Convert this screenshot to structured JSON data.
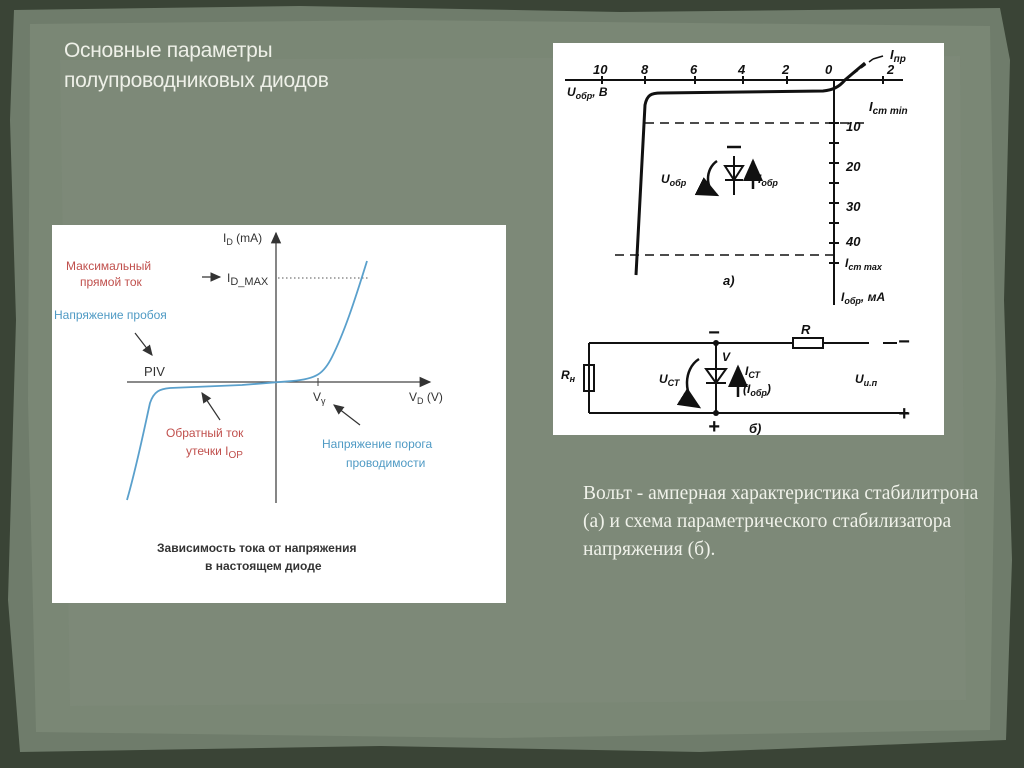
{
  "slide": {
    "title_line1": "Основные параметры",
    "title_line2": "полупроводниковых диодов",
    "caption": " Вольт - амперная характеристика стабилитрона (а) и схема параметрического стабилизатора напряжения (б)."
  },
  "left_figure": {
    "y_axis_label": "I",
    "y_axis_sub": "D",
    "y_axis_unit": " (mA)",
    "x_axis_label": "V",
    "x_axis_sub": "D",
    "x_axis_unit": " (V)",
    "imax_label": "I",
    "imax_sub": "D_MAX",
    "max_current_line1": "Максимальный",
    "max_current_line2": "прямой ток",
    "breakdown_label": "Напряжение пробоя",
    "piv_label": "PIV",
    "vgamma_label": "V",
    "vgamma_sub": "γ",
    "leak_line1": "Обратный ток",
    "leak_line2": "утечки I",
    "leak_sub": "OP",
    "threshold_line1": "Напряжение порога",
    "threshold_line2": "проводимости",
    "caption_line1": "Зависимость тока от напряжения",
    "caption_line2": "в настоящем диоде",
    "colors": {
      "red": "#c0504d",
      "blue": "#4f9ac4",
      "curve": "#5aa0cc",
      "dark": "#333333"
    }
  },
  "right_figure": {
    "top_ticks": [
      "10",
      "8",
      "6",
      "4",
      "2",
      "0",
      "2"
    ],
    "uobr_label": "U",
    "uobr_sub": "обр",
    "uobr_unit": ", B",
    "ipr_label": "I",
    "ipr_sub": "пр",
    "icmin_label": "I",
    "icmin_sub": "ст min",
    "right_ticks": [
      "10",
      "20",
      "30",
      "40"
    ],
    "icmax_label": "I",
    "icmax_sub": "ст max",
    "iobr_axis_label": "I",
    "iobr_axis_sub": "обр",
    "iobr_axis_unit": ", мА",
    "inner_u": "U",
    "inner_u_sub": "обр",
    "inner_i": "I",
    "inner_i_sub": "обр",
    "minus_sign": "−",
    "plus_sign": "+",
    "part_a": "а)",
    "part_b": "б)",
    "r_label": "R",
    "rn_label": "R",
    "rn_sub": "н",
    "ucm_label": "U",
    "ucm_sub": "СТ",
    "v_label": "V",
    "ist_label": "I",
    "ist_sub": "СТ",
    "ist2_label": "(I",
    "ist2_sub": "обр",
    "ist2_close": ")",
    "uin_label": "U",
    "uin_sub": "и.п"
  }
}
